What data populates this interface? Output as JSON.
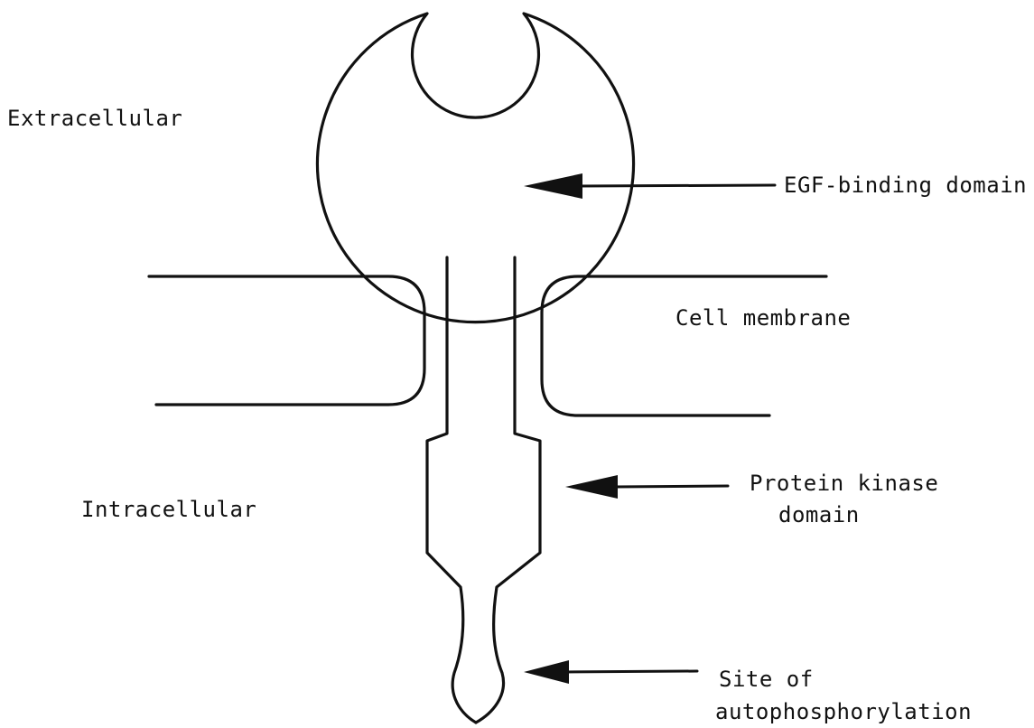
{
  "labels": {
    "extracellular": "Extracellular",
    "intracellular": "Intracellular",
    "egf_binding_domain": "EGF-binding domain",
    "cell_membrane": "Cell membrane",
    "protein_kinase_line1": "Protein kinase",
    "protein_kinase_line2": "domain",
    "autophos_line1": "Site of",
    "autophos_line2": "autophosphorylation"
  }
}
